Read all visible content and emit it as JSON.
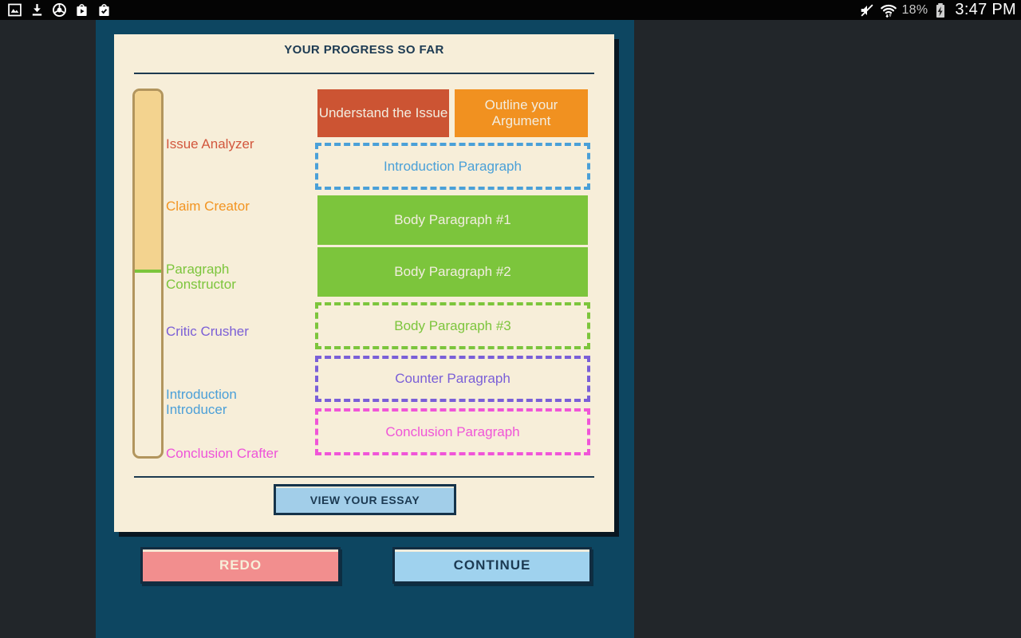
{
  "status_bar": {
    "time": "3:47 PM",
    "battery_percent": "18%",
    "left_icons": [
      "gallery-icon",
      "download-icon",
      "chrome-icon",
      "play-store-icon",
      "my-apps-icon"
    ],
    "right_icons": [
      "mute-icon",
      "wifi-icon",
      "battery-charging-icon"
    ]
  },
  "colors": {
    "status_bar_bg": "#040404",
    "background": "#22262a",
    "teal_panel": "#0d4661",
    "card_cream": "#f7eed9",
    "navy_text": "#1c3a52",
    "rule_navy": "#1d3a50",
    "bar_border_tan": "#b2955d",
    "bar_fill_gold": "#f3d38f",
    "marker_green": "#7cc53c",
    "view_btn_blue": "#a2cee9",
    "redo_salmon": "#f28e8e",
    "continue_blue": "#9fd2ee",
    "button_text_cream": "#f7eed9",
    "step_text_light": "#f2ede0"
  },
  "progress_card": {
    "title": "YOUR PROGRESS SO FAR",
    "progress_fill_height": "49%",
    "stages": [
      {
        "label": "Issue Analyzer",
        "color": "#d2573d"
      },
      {
        "label": "Claim Creator",
        "color": "#f29421"
      },
      {
        "label": "Paragraph\nConstructor",
        "color": "#7cc53c"
      },
      {
        "label": "Critic Crusher",
        "color": "#7b5fd6"
      },
      {
        "label": "Introduction\nIntroducer",
        "color": "#4b9fd8"
      },
      {
        "label": "Conclusion Crafter",
        "color": "#ee53d9"
      }
    ],
    "steps": [
      {
        "label": "Understand the Issue",
        "state": "complete",
        "color": "#cc5433"
      },
      {
        "label": "Outline your Argument",
        "state": "complete",
        "color": "#f19120"
      },
      {
        "label": "Introduction Paragraph",
        "state": "incomplete",
        "color": "#4aa0d8"
      },
      {
        "label": "Body Paragraph #1",
        "state": "complete",
        "color": "#7cc53c"
      },
      {
        "label": "Body Paragraph #2",
        "state": "complete",
        "color": "#7cc53c"
      },
      {
        "label": "Body Paragraph #3",
        "state": "incomplete",
        "color": "#7cc53c"
      },
      {
        "label": "Counter Paragraph",
        "state": "incomplete",
        "color": "#7a5fd8"
      },
      {
        "label": "Conclusion Paragraph",
        "state": "incomplete",
        "color": "#f055d8"
      }
    ],
    "view_essay_label": "VIEW YOUR ESSAY"
  },
  "footer": {
    "redo_label": "REDO",
    "continue_label": "CONTINUE"
  }
}
